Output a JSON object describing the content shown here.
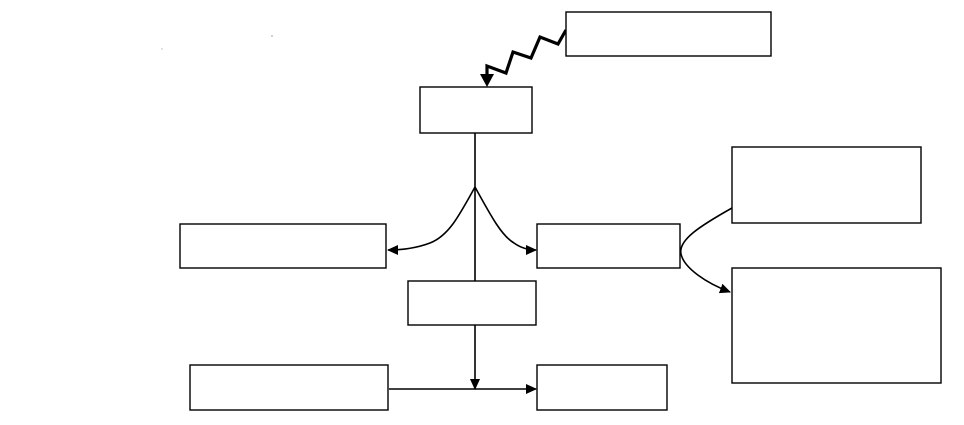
{
  "diagram": {
    "boxes": [
      {
        "id": "top-right-box",
        "text": ""
      },
      {
        "id": "top-center-box",
        "text": ""
      },
      {
        "id": "left-box",
        "text": ""
      },
      {
        "id": "center-right-box",
        "text": ""
      },
      {
        "id": "right-upper-box",
        "text": ""
      },
      {
        "id": "right-lower-box",
        "text": ""
      },
      {
        "id": "center-box",
        "text": ""
      },
      {
        "id": "bottom-left-box",
        "text": ""
      },
      {
        "id": "bottom-right-box",
        "text": ""
      }
    ],
    "colors": {
      "stroke": "#000000",
      "fill": "#ffffff",
      "background": "#ffffff"
    }
  }
}
